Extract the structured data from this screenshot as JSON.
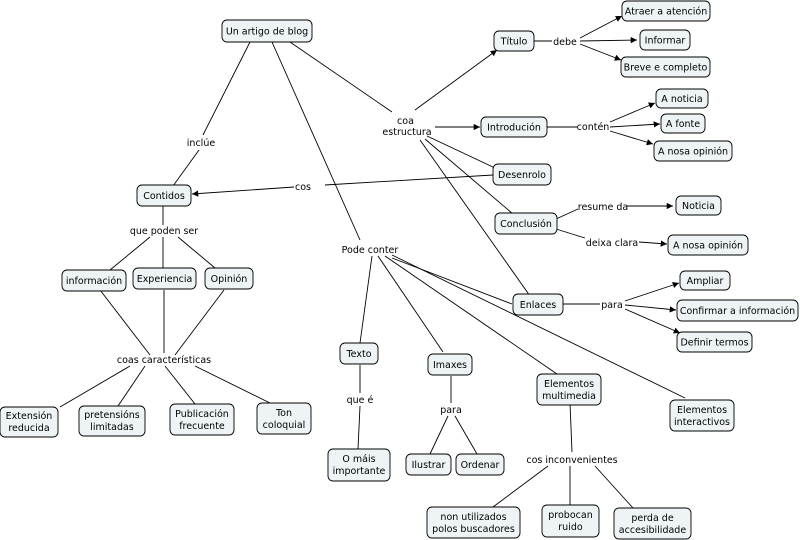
{
  "concepts": {
    "blog": "Un artigo de blog",
    "titulo": "Título",
    "atraer": "Atraer a atención",
    "informar": "Informar",
    "breve": "Breve e completo",
    "introducion": "Introdución",
    "a_noticia": "A noticia",
    "a_fonte": "A fonte",
    "a_nosa_opinion": "A nosa opinión",
    "desenrolo": "Desenrolo",
    "contidos": "Contidos",
    "conclusion": "Conclusión",
    "noticia": "Noticia",
    "a_nosa_opinion_2": "A nosa opinión",
    "enlaces": "Enlaces",
    "ampliar": "Ampliar",
    "confirmar": "Confirmar a información",
    "definir": "Definir termos",
    "informacion": "información",
    "experiencia": "Experiencia",
    "opinion": "Opinión",
    "extension": [
      "Extensión",
      "reducida"
    ],
    "pretensions": [
      "pretensións",
      "limitadas"
    ],
    "publicacion": [
      "Publicación",
      "frecuente"
    ],
    "ton": [
      "Ton",
      "coloquial"
    ],
    "texto": "Texto",
    "mais_importante": [
      "O máis",
      "importante"
    ],
    "imaxes": "Imaxes",
    "ilustrar": "Ilustrar",
    "ordenar": "Ordenar",
    "multimedia": [
      "Elementos",
      "multimedia"
    ],
    "interactivos": [
      "Elementos",
      "interactivos"
    ],
    "non_utilizados": [
      "non utilizados",
      "polos buscadores"
    ],
    "ruido": [
      "probocan",
      "ruido"
    ],
    "accesibilidade": [
      "perda de",
      "accesibilidade"
    ]
  },
  "linking_phrases": {
    "inclue": "inclúe",
    "estructura": [
      "coa",
      "estructura"
    ],
    "pode_conter": "Pode conter",
    "debe": "debe",
    "conten": "contén",
    "cos": "cos",
    "resume_da": "resume da",
    "deixa_clara": "deixa clara",
    "para_enlaces": "para",
    "que_poden_ser": "que poden ser",
    "caracteristicas": "coas características",
    "que_e": "que é",
    "para_imaxes": "para",
    "inconvenientes": "cos inconvenientes"
  }
}
